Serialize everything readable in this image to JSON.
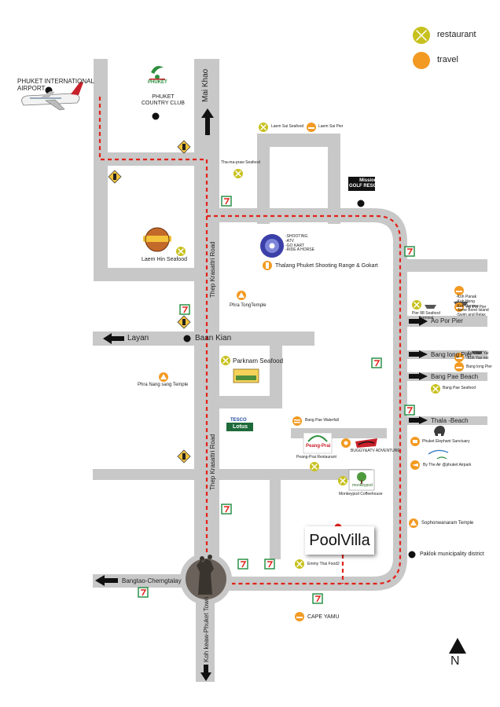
{
  "legend": {
    "restaurant": "restaurant",
    "travel": "travel"
  },
  "colors": {
    "road": "#c8c8c8",
    "route": "#e2231a",
    "restaurant_icon": "#c7c11e",
    "travel_icon": "#f29a22",
    "seven_eleven": "#1d8a3d"
  },
  "roads": {
    "mai_khao": "Mai Khao",
    "thep_krasattri_1": "Thep Krasattri Road",
    "thep_krasattri_2": "Thep Krasattri Road",
    "layan": "Layan",
    "baan_kian": "Baan Kian",
    "bangtao": "Bangtao-Cherngtalay",
    "koh_keaw": "Koh keaw-Phuket Town",
    "ao_por_pier": "Ao Por Pier",
    "bang_long_pier": "Bang long Pier",
    "bang_pae_beach": "Bang Pae Beach",
    "thala_beach": "Thala -Beach"
  },
  "places": {
    "airport": "PHUKET INTERNATIONAL\nAIRPORT",
    "country_club_logo": "PHUKET",
    "country_club": "PHUKET\nCOUNTRY CLUB",
    "laem_sai_seafood": "Laem Sai Seafood",
    "laem_sai_pier": "Laem Sai Pier",
    "thamapraw_seafood": "Tha-ma-praw Seafood",
    "mission_hills": "Mission Hills\nGOLF RESORT & SPA",
    "laem_hin_seafood": "Laem Hin Seafood",
    "shooting_list": "-SHOOTING\n-ATV\n-GO KART\n-RIDE A HORSE",
    "thalang_shooting": "Thalang Phuket Shooting Range & Gokart",
    "phra_tong_temple": "Phra TongTemple",
    "pier88_seafood": "Pier 88 Seafood\nTerminal",
    "koh_list": "-Koh Panak\n-Koh Hong\n-Koh Panyee\n-Jame Bond Island\n-Swim and Relax",
    "ao_por_pier_label": "Ao Por Pier",
    "koh_yao": "-Koh Yaa Yai\n-Koh Yao noi",
    "bang_long_pier_label": "Bang long Pier",
    "bang_pae_seafood": "Bang Pae Seafood",
    "parknam_seafood": "Parknam Seafood",
    "phra_nang_sang_temple": "Phra Nang sang Temple",
    "tesco": "TESCO",
    "lotus": "Lotus",
    "bang_pae_waterfall": "Bang Pae Waterfall",
    "peang_prai_logo": "Peang-Prai",
    "peang_prai_restaurant": "Peang-Prai Restaurant",
    "buggy_atv": "BUGGY&ATV ADVENTURE",
    "monkeypod_logo": "monkeypod",
    "monkeypod_coffeehouse": "Monkeypod Coffeehouse",
    "elephant_sanctuary": "Phuket Elephant Sanctuary",
    "by_the_air": "By The Air @phuket Airpark",
    "sophonwanaram_temple": "Sophonwanaram Temple",
    "paklok": "Paklok municipality district",
    "emmy_thai_food": "Emmy Thai Food2",
    "cape_yamu": "CAPE YAMU"
  },
  "poolvilla": "PoolVilla",
  "north": "N"
}
